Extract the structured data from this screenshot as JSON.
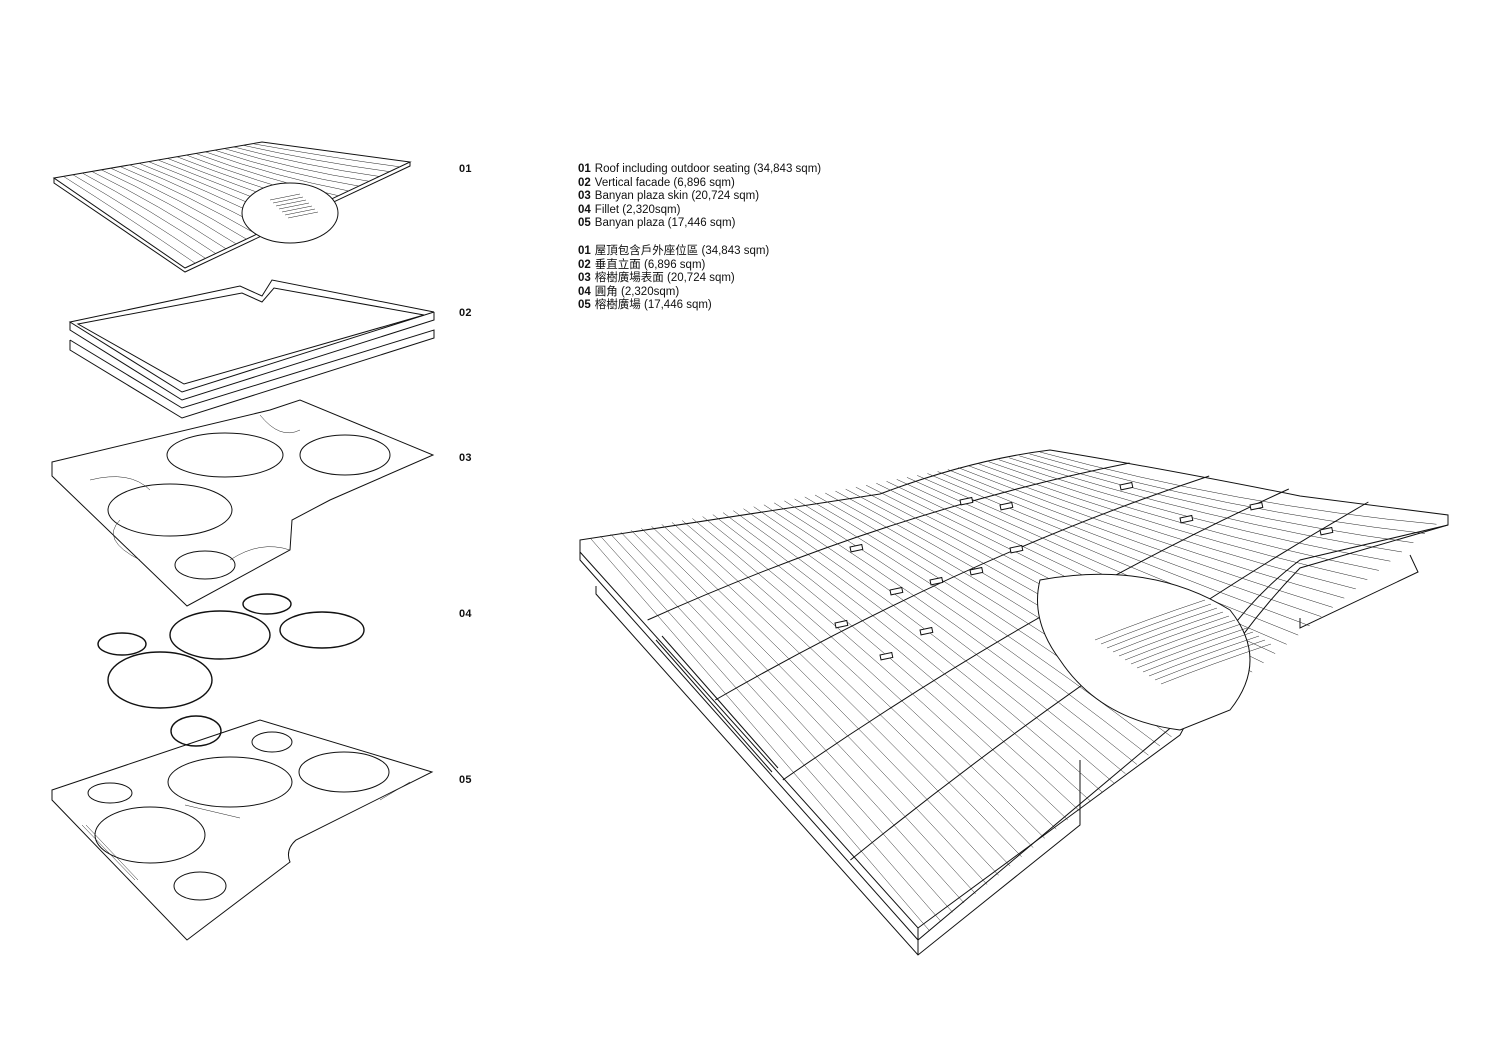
{
  "layers": [
    {
      "num": "01"
    },
    {
      "num": "02"
    },
    {
      "num": "03"
    },
    {
      "num": "04"
    },
    {
      "num": "05"
    }
  ],
  "legend_en": [
    {
      "num": "01",
      "text": "Roof including outdoor seating (34,843 sqm)"
    },
    {
      "num": "02",
      "text": "Vertical facade (6,896 sqm)"
    },
    {
      "num": "03",
      "text": "Banyan plaza skin (20,724 sqm)"
    },
    {
      "num": "04",
      "text": "Fillet (2,320sqm)"
    },
    {
      "num": "05",
      "text": "Banyan plaza (17,446 sqm)"
    }
  ],
  "legend_zh": [
    {
      "num": "01",
      "text": "屋頂包含戶外座位區 (34,843 sqm)"
    },
    {
      "num": "02",
      "text": "垂直立面 (6,896 sqm)"
    },
    {
      "num": "03",
      "text": "榕樹廣場表面 (20,724 sqm)"
    },
    {
      "num": "04",
      "text": "圓角 (2,320sqm)"
    },
    {
      "num": "05",
      "text": "榕樹廣場 (17,446 sqm)"
    }
  ]
}
